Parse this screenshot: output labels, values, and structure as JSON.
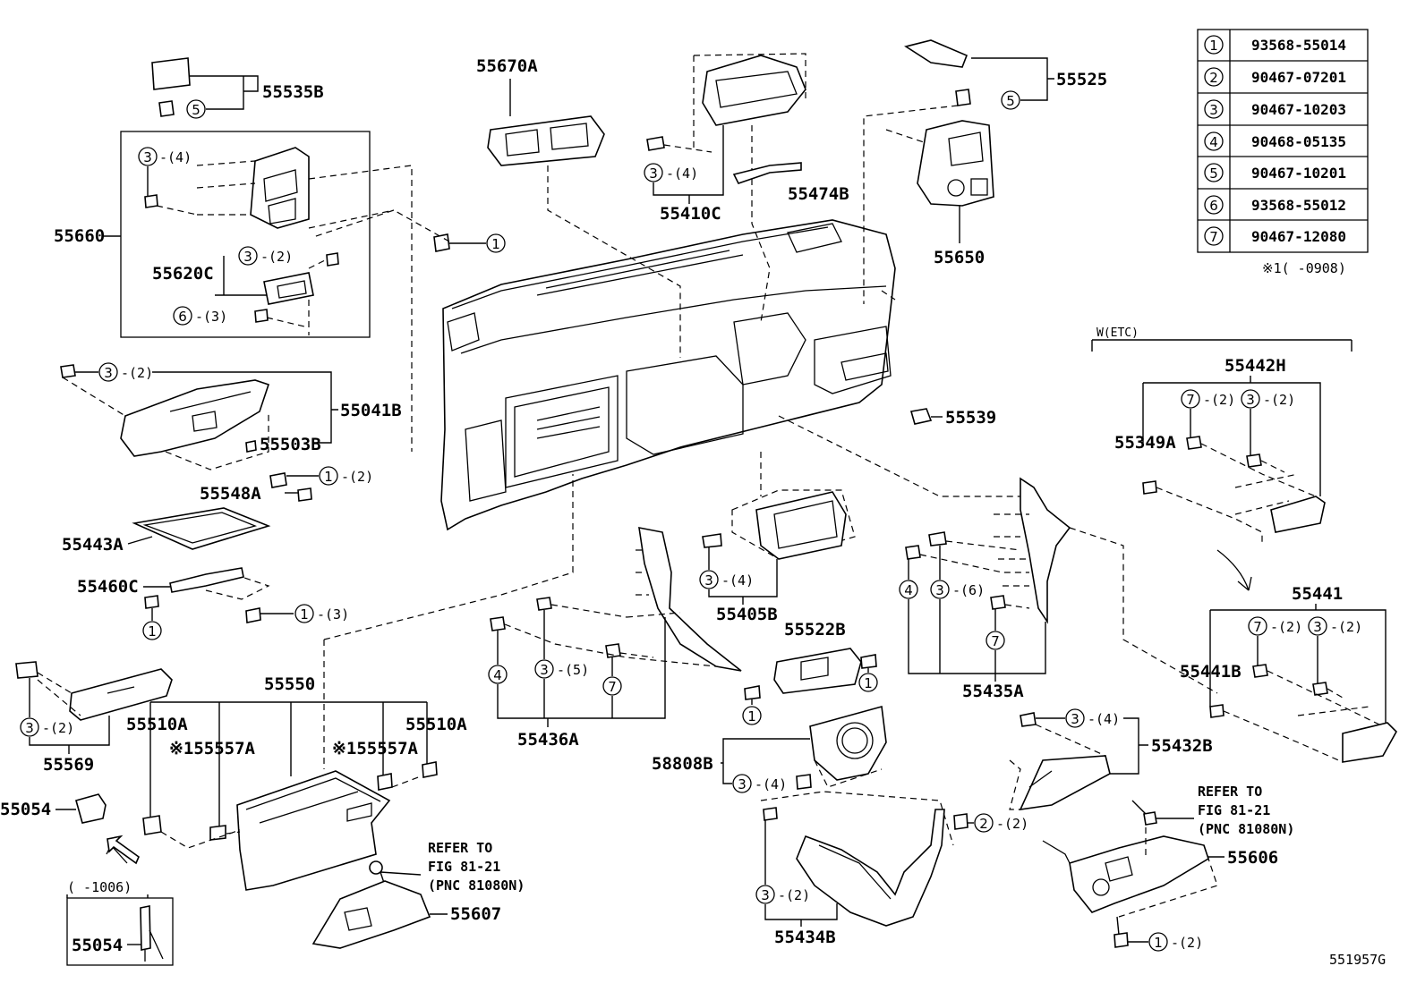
{
  "diagram_id": "551957G",
  "legend": {
    "items": [
      {
        "n": "1",
        "part": "93568-55014"
      },
      {
        "n": "2",
        "part": "90467-07201"
      },
      {
        "n": "3",
        "part": "90467-10203"
      },
      {
        "n": "4",
        "part": "90468-05135"
      },
      {
        "n": "5",
        "part": "90467-10201"
      },
      {
        "n": "6",
        "part": "93568-55012"
      },
      {
        "n": "7",
        "part": "90467-12080"
      }
    ],
    "footnote": "※1(  -0908)"
  },
  "labels": {
    "p55535B": "55535B",
    "p55670A": "55670A",
    "p55410C": "55410C",
    "p55474B": "55474B",
    "p55525": "55525",
    "p55650": "55650",
    "p55660": "55660",
    "p55620C": "55620C",
    "p55041B": "55041B",
    "p55503B": "55503B",
    "p55548A": "55548A",
    "p55443A": "55443A",
    "p55460C": "55460C",
    "p55539": "55539",
    "p55405B": "55405B",
    "p55522B": "55522B",
    "p55435A": "55435A",
    "p55436A": "55436A",
    "p55550": "55550",
    "p55510A_l": "55510A",
    "p55510A_r": "55510A",
    "p55557A_l": "※155557A",
    "p55557A_r": "※155557A",
    "p55569": "55569",
    "p55054_a": "55054",
    "p55054_b": "55054",
    "p55054_range": "(   -1006)",
    "p58808B": "58808B",
    "p55434B": "55434B",
    "p55432B": "55432B",
    "p55606": "55606",
    "p55607": "55607",
    "p55442H": "55442H",
    "p55349A": "55349A",
    "p55441": "55441",
    "p55441B": "55441B",
    "etc_group": "W(ETC)",
    "refer1_l1": "REFER TO",
    "refer1_l2": "FIG 81-21",
    "refer1_l3": "(PNC 81080N)",
    "refer2_l1": "REFER TO",
    "refer2_l2": "FIG 81-21",
    "refer2_l3": "(PNC 81080N)"
  },
  "qty": {
    "q2": "-(2)",
    "q3": "-(3)",
    "q4": "-(4)",
    "q5": "-(5)",
    "q6": "-(6)"
  }
}
